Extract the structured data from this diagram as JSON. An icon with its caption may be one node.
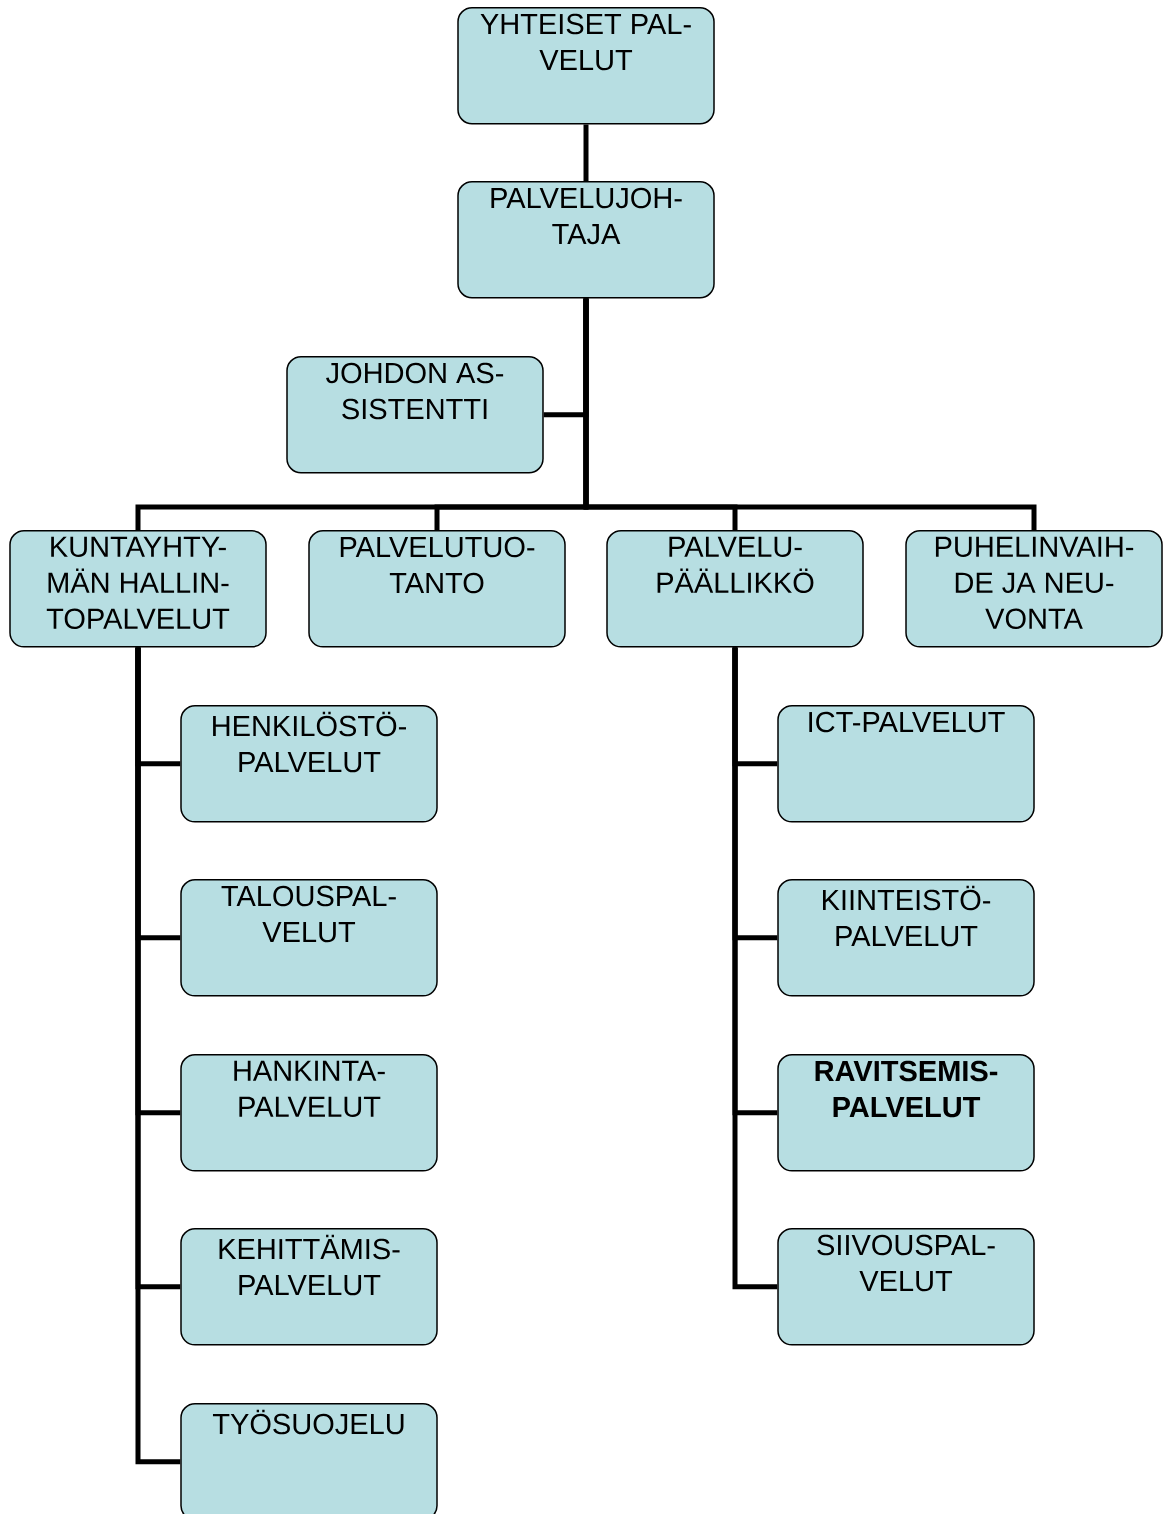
{
  "diagram": {
    "nodes": [
      {
        "text": [
          "YHTEISET PAL- VELUT"
        ]
      },
      {
        "text": [
          "PALVELUJOH- TAJA"
        ]
      },
      {
        "text": [
          "JOHDON AS- SISTENTTI"
        ]
      },
      {
        "text": [
          "KUNTAYHTY- MÄN HALLIN- TOPALVELUT"
        ]
      },
      {
        "text": [
          "PALVELUTUO- TANTO"
        ]
      },
      {
        "text": [
          "PALVELU- PÄÄLLIKKÖ"
        ]
      },
      {
        "text": [
          "PUHELINVAIH- DE JA NEU- VONTA"
        ]
      },
      {
        "text": [
          "HENKILÖSTÖ- PALVELUT"
        ]
      },
      {
        "text": [
          "TALOUSPAL- VELUT"
        ]
      },
      {
        "text": [
          "HANKINTA- PALVELUT"
        ]
      },
      {
        "text": [
          "KEHITTÄMIS- PALVELUT"
        ]
      },
      {
        "text": [
          "TYÖSUOJELU"
        ]
      },
      {
        "text": [
          "ICT-PALVELUT"
        ]
      },
      {
        "text": [
          "KIINTEISTÖ- PALVELUT"
        ]
      },
      {
        "text": [
          "RAVITSEMIS- PALVELUT"
        ]
      },
      {
        "text": [
          "SIIVOUSPAL- VELUT"
        ]
      }
    ],
    "edges": [
      {
        "from": 0,
        "to": 1,
        "arrow": "none"
      },
      {
        "from": 1,
        "to": 2,
        "arrow": "none"
      },
      {
        "from": 1,
        "to": 3,
        "arrow": "none"
      },
      {
        "from": 1,
        "to": 4,
        "arrow": "none"
      },
      {
        "from": 1,
        "to": 5,
        "arrow": "none"
      },
      {
        "from": 1,
        "to": 6,
        "arrow": "none"
      },
      {
        "from": 3,
        "to": 7,
        "arrow": "none"
      },
      {
        "from": 3,
        "to": 8,
        "arrow": "none"
      },
      {
        "from": 3,
        "to": 9,
        "arrow": "none"
      },
      {
        "from": 3,
        "to": 10,
        "arrow": "none"
      },
      {
        "from": 3,
        "to": 11,
        "arrow": "none"
      },
      {
        "from": 5,
        "to": 12,
        "arrow": "none"
      },
      {
        "from": 5,
        "to": 13,
        "arrow": "none"
      },
      {
        "from": 5,
        "to": 14,
        "arrow": "none"
      },
      {
        "from": 5,
        "to": 15,
        "arrow": "none"
      }
    ]
  }
}
